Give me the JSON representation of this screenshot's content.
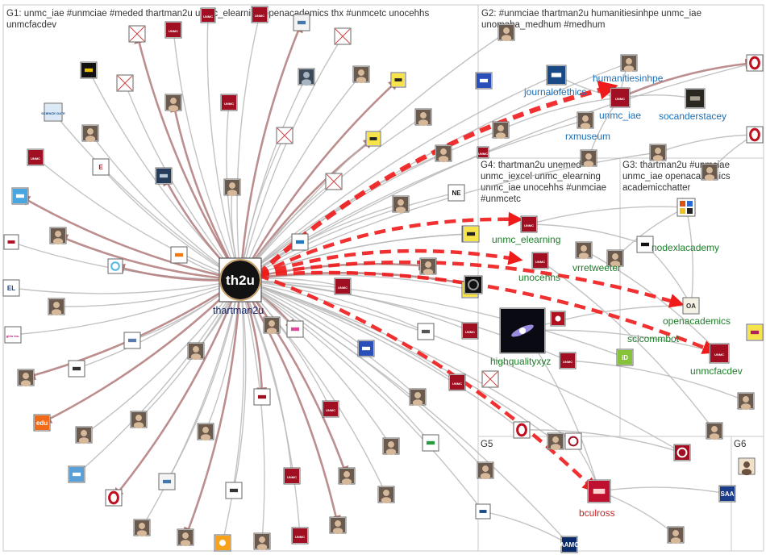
{
  "colors": {
    "edge_light": "#b8b8b8",
    "edge_mid": "#9a8a8a",
    "edge_dark": "#b07a7a",
    "edge_hot": "#ef1b1b",
    "label_g2": "#1b6fb6",
    "label_g4": "#1e7d2a",
    "label_hub": "#1a2a6e",
    "box_border": "#c8c8c8"
  },
  "groups": [
    {
      "id": "G1",
      "title_lines": [
        "G1: unmc_iae #unmciae #meded thartman2u unmc_elearning openacademics thx #unmcetc unocehhs",
        "unmcfacdev"
      ]
    },
    {
      "id": "G2",
      "title_lines": [
        "G2: #unmciae thartman2u humanitiesinhpe unmc_iae",
        "unomaha_medhum #medhum"
      ]
    },
    {
      "id": "G4",
      "title_lines": [
        "G4: thartman2u unemed",
        "unmc_iexcel unmc_elearning",
        "unmc_iae unocehhs #unmciae",
        "#unmcetc"
      ]
    },
    {
      "id": "G3",
      "title_lines": [
        "G3: thartman2u #unmciae",
        "unmc_iae openacademics",
        "academicchatter"
      ]
    },
    {
      "id": "G5",
      "title_lines": [
        "G5"
      ]
    },
    {
      "id": "G6",
      "title_lines": [
        "G6"
      ]
    }
  ],
  "labels": {
    "hub": "thartman2u",
    "journalofethics": "journalofethics",
    "humanitiesinhpe": "humanitiesinhpe",
    "unmc_iae": "unmc_iae",
    "socanderstacey": "socanderstacey",
    "rxmuseum": "rxmuseum",
    "unmc_elearning": "unmc_elearning",
    "unocehhs": "unocehhs",
    "vrretweeter": "vrretweeter",
    "nodexlacademy": "nodexlacademy",
    "openacademics": "openacademics",
    "scicommbot": "scicommbot",
    "highqualityxyz": "highqualityxyz",
    "unmcfacdev": "unmcfacdev",
    "bculross": "bculross"
  },
  "node_glyphs": {
    "hub": "th2u",
    "ne": "NE",
    "e": "E",
    "edu": "edu",
    "saa": "SAA",
    "aamc": "AAMC",
    "girls": "girls inc.",
    "unmc": "UNMC",
    "el": "EL",
    "oa": "OA",
    "id": "iD",
    "science": "SCIENCE GATE"
  },
  "legend_note": ""
}
